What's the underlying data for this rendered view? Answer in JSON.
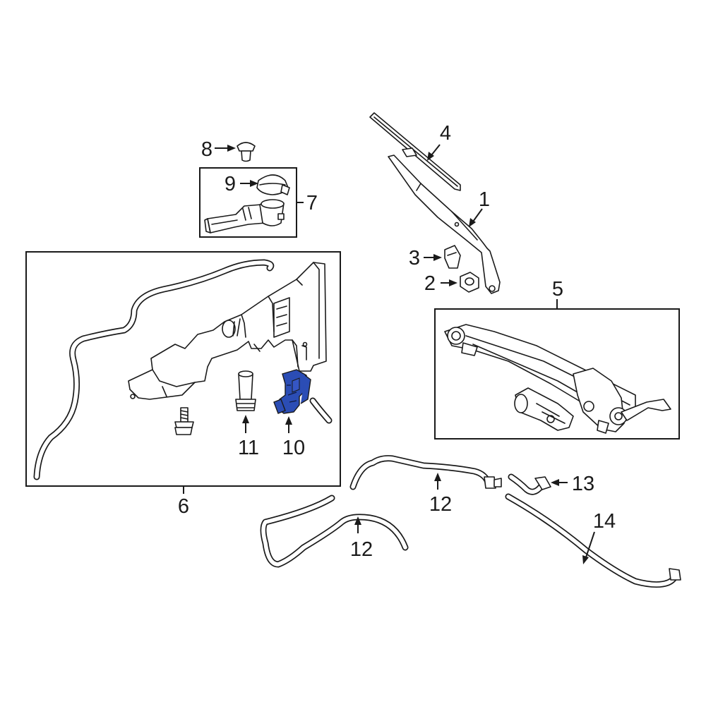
{
  "callouts": {
    "c1": "1",
    "c2": "2",
    "c3": "3",
    "c4": "4",
    "c5": "5",
    "c6": "6",
    "c7": "7",
    "c8": "8",
    "c9": "9",
    "c10": "10",
    "c11": "11",
    "c12a": "12",
    "c12b": "12",
    "c13": "13",
    "c14": "14"
  },
  "colors": {
    "highlight": "#2b4db5",
    "line": "#1a1a1a",
    "background": "#ffffff"
  }
}
